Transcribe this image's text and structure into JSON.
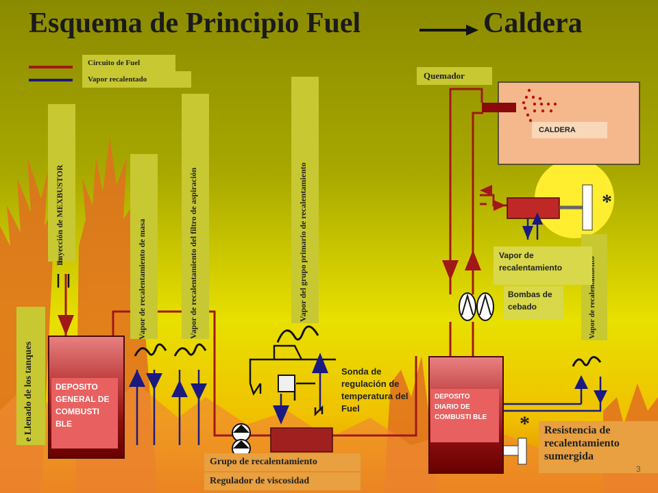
{
  "title": {
    "left": "Esquema de Principio Fuel",
    "right": "Caldera"
  },
  "legend": {
    "fuel": "Circuito de Fuel",
    "vapor": "Vapor recalentado",
    "fuel_color": "#a01818",
    "vapor_color": "#1a1a80"
  },
  "labels": {
    "quemador": "Quemador",
    "caldera": "CALDERA",
    "inyeccion": "Inyección de MEXBUSTOR",
    "inyeccion_prefix": "In",
    "vapor_masa": "Vapor de recalentamiento de masa",
    "vapor_filtro": "Vapor de recalentamiento del filtro de aspiración",
    "vapor_grupo": "Vapor del grupo primario de recalentamiento",
    "vapor_recal_right": "Vapor de recalentamiento",
    "llenado": "e Llenado de los tanques",
    "vapor_recal_note": "Vapor de recalentamiento",
    "bombas": "Bombas de cebado",
    "sonda": "Sonda de regulación de temperatura del Fuel",
    "deposito_general": "DEPOSITO GENERAL DE COMBUSTI BLE",
    "deposito_diario": "DEPOSITO DIARIO DE COMBUSTI BLE",
    "resistencia": "Resistencia de recalentamiento sumergida",
    "grupo": "Grupo de recalentamiento",
    "regulador": "Regulador de viscosidad",
    "star": "*",
    "page_num": "3"
  }
}
